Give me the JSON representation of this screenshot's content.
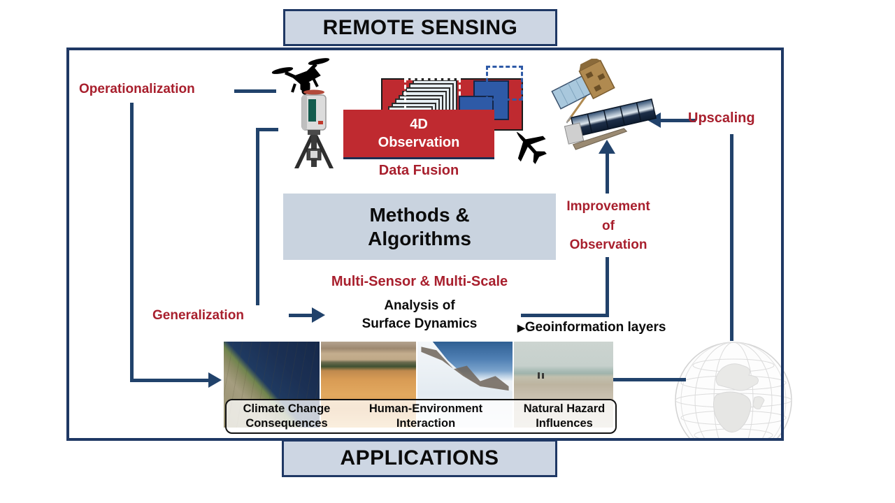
{
  "diagram": {
    "top_box": "REMOTE SENSING",
    "bottom_box": "APPLICATIONS",
    "center_box": {
      "line1": "Methods &",
      "line2": "Algorithms"
    },
    "observation_box": {
      "line1": "4D",
      "line2": "Observation"
    },
    "labels": {
      "operationalization": "Operationalization",
      "data_fusion": "Data Fusion",
      "upscaling": "Upscaling",
      "improvement_line1": "Improvement",
      "improvement_line2": "of",
      "improvement_line3": "Observation",
      "multi_sensor": "Multi-Sensor & Multi-Scale",
      "analysis_line1": "Analysis of",
      "analysis_line2": "Surface Dynamics",
      "generalization": "Generalization",
      "geo_bullet": "▶",
      "geoinformation": "Geoinformation layers"
    },
    "application_labels": [
      {
        "line1": "Climate Change",
        "line2": "Consequences"
      },
      {
        "line1": "Human-Environment",
        "line2": "Interaction"
      },
      {
        "line1": "Natural Hazard",
        "line2": "Influences"
      }
    ],
    "photos": [
      "coastal-erosion",
      "desert-oasis",
      "snowy-mountains",
      "beach-coast"
    ],
    "icons": [
      "drone-icon",
      "laser-scanner-icon",
      "airplane-icon",
      "satellite-icon",
      "satellite-solar-array-icon",
      "globe-icon",
      "image-stack-icon"
    ],
    "colors": {
      "accent_red": "#A81F2D",
      "box_red": "#BF2A30",
      "navy_border": "#1F3864",
      "line_blue": "#21426B",
      "panel_fill": "#CDD6E3",
      "square_blue": "#2E5AA7"
    }
  }
}
